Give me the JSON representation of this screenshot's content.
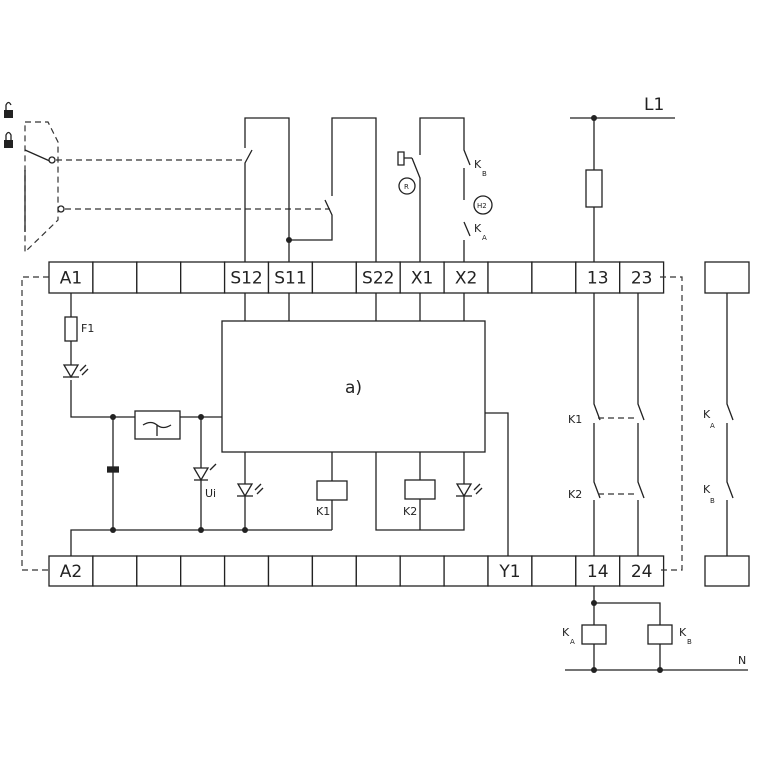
{
  "terminals_top": [
    "A1",
    "",
    "",
    "",
    "S12",
    "S11",
    "",
    "S22",
    "X1",
    "X2",
    "",
    "",
    "13",
    "23"
  ],
  "terminals_bottom": [
    "A2",
    "",
    "",
    "",
    "",
    "",
    "",
    "",
    "",
    "",
    "Y1",
    "",
    "14",
    "24"
  ],
  "supply": {
    "phase": "L1",
    "neutral": "N"
  },
  "components": {
    "fuse": "F1",
    "module": "a)",
    "relay_k1": "K1",
    "relay_k2": "K2",
    "reset_button": "R",
    "lamp": "H2",
    "ui_label": "Ui"
  },
  "contacts": {
    "k1": "K1",
    "k2": "K2",
    "ka": "K",
    "ka_sub": "A",
    "kb": "K",
    "kb_sub": "B"
  },
  "colors": {
    "line": "#222222",
    "background": "#ffffff"
  }
}
